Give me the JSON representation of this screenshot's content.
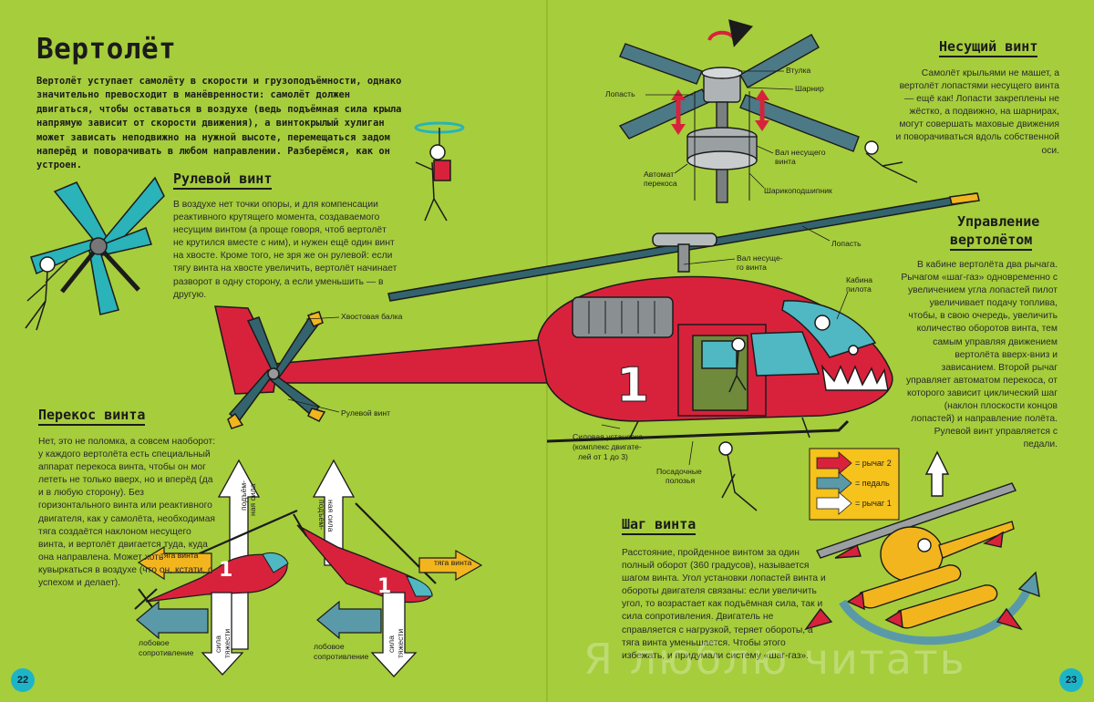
{
  "title": "Вертолёт",
  "intro": "Вертолёт уступает самолёту в скорости и грузоподъёмности, однако значительно превосходит в манёвренности: самолёт должен двигаться, чтобы оставаться в воздухе (ведь подъёмная сила крыла напрямую зависит от скорости движения), а винтокрылый хулиган может зависать неподвижно на нужной высоте, перемещаться задом наперёд и поворачивать в любом направлении. Разберёмся, как он устроен.",
  "sections": {
    "tail_rotor": {
      "heading": "Рулевой винт",
      "text": "В воздухе нет точки опоры, и для компенсации реактивного крутящего момента, создаваемого несущим винтом (а проще говоря, чтоб вертолёт не крутился вместе с ним), и нужен ещё один винт на хвосте. Кроме того, не зря же он рулевой: если тягу винта на хвосте увеличить, вертолёт начинает разворот в одну сторону, а если уменьшить — в другую."
    },
    "main_rotor": {
      "heading": "Несущий винт",
      "text": "Самолёт крыльями не машет, а вертолёт лопастями несущего винта — ещё как! Лопасти закреплены не жёстко, а подвижно, на шарнирах, могут совершать маховые движения и поворачиваться вдоль собственной оси."
    },
    "control": {
      "heading_1": "Управление",
      "heading_2": "вертолётом",
      "text": "В кабине вертолёта два рычага. Рычагом «шаг-газ» одновременно с увеличением угла лопастей пилот увеличивает подачу топлива, чтобы, в свою очередь, увеличить количество оборотов винта, тем самым управляя движением вертолёта вверх-вниз и зависанием. Второй рычаг управляет автоматом перекоса, от которого зависит циклический шаг (наклон плоскости концов лопастей) и направление полёта. Рулевой винт управляется с педали."
    },
    "tilt": {
      "heading": "Перекос винта",
      "text": "Нет, это не поломка, а совсем наоборот: у каждого вертолёта есть специальный аппарат перекоса винта, чтобы он мог лететь не только вверх, но и вперёд (да и в любую сторону). Без горизонтального винта или реактивного двигателя, как у самолёта, необходимая тяга создаётся наклоном несущего винта, и вертолёт двигается туда, куда она направлена. Может хоть кувыркаться в воздухе (что он, кстати, с успехом и делает)."
    },
    "pitch": {
      "heading": "Шаг винта",
      "text": "Расстояние, пройденное винтом за один полный оборот (360 градусов), называется шагом винта. Угол установки лопастей винта и обороты двигателя связаны: если увеличить угол, то возрастает как подъёмная сила, так и сила сопротивления. Двигатель не справляется с нагрузкой, теряет обороты, а тяга винта уменьшается. Чтобы этого избежать, и придумали систему «шаг-газ»."
    }
  },
  "labels": {
    "hub": "Втулка",
    "hinge": "Шарнир",
    "blade": "Лопасть",
    "shaft_1": "Вал несущего",
    "shaft_2": "винта",
    "swash_1": "Автомат",
    "swash_2": "перекоса",
    "bearing": "Шарикоподшипник",
    "blade_big": "Лопасть",
    "shaft_big_1": "Вал несуще-",
    "shaft_big_2": "го винта",
    "cockpit_1": "Кабина",
    "cockpit_2": "пилота",
    "tail_boom": "Хвостовая балка",
    "tail_rotor": "Рулевой винт",
    "powerplant_1": "Силовая установка",
    "powerplant_2": "(комплекс двигате-",
    "powerplant_3": "лей от 1 до 3)",
    "skids_1": "Посадочные",
    "skids_2": "полозья",
    "rotor_thrust_1": "тяга винта",
    "rotor_thrust_2": "тяга винта",
    "lift_a_1": "подъём-",
    "lift_a_2": "ная сила",
    "lift_b_1": "подъём-",
    "lift_b_2": "ная сила",
    "gravity_a_1": "сила",
    "gravity_a_2": "тяжести",
    "gravity_b_1": "сила",
    "gravity_b_2": "тяжести",
    "drag_a_1": "лобовое",
    "drag_a_2": "сопротивление",
    "drag_b_1": "лобовое",
    "drag_b_2": "сопротивление",
    "hull_number": "1",
    "small_number_a": "1",
    "small_number_b": "1"
  },
  "legend": {
    "lever2": "= рычаг 2",
    "pedal": "= педаль",
    "lever1": "= рычаг 1"
  },
  "page_numbers": {
    "left": "22",
    "right": "23"
  },
  "watermark": "Я люблю читать",
  "colors": {
    "background": "#a6cd3c",
    "helicopter_red": "#d8223c",
    "rotor_teal": "#2ab3b8",
    "arrow_red": "#d8223c",
    "arrow_blue": "#5a9aa8",
    "arrow_yellow": "#f2b51e",
    "legend_bg": "#f6c21c",
    "page_number": "#1eb4c8"
  }
}
